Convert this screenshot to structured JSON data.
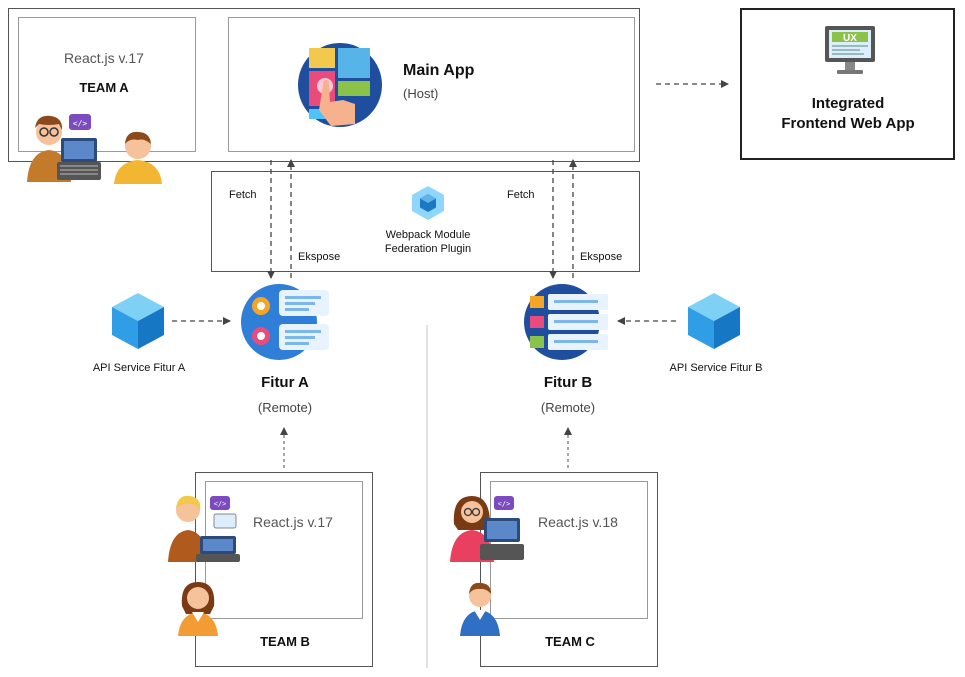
{
  "host": {
    "team_a_version": "React.js v.17",
    "team_a_label": "TEAM A",
    "main_app_title": "Main App",
    "main_app_subtitle": "(Host)"
  },
  "integrated": {
    "line1": "Integrated",
    "line2": "Frontend Web App",
    "monitor_text": "UX"
  },
  "plugin": {
    "line1": "Webpack Module",
    "line2": "Federation Plugin",
    "fetch_left": "Fetch",
    "expose_left": "Ekspose",
    "fetch_right": "Fetch",
    "expose_right": "Ekspose"
  },
  "fitur_a": {
    "title": "Fitur A",
    "subtitle": "(Remote)",
    "api_label": "API Service Fitur A"
  },
  "fitur_b": {
    "title": "Fitur B",
    "subtitle": "(Remote)",
    "api_label": "API Service Fitur B"
  },
  "team_b": {
    "version": "React.js v.17",
    "label": "TEAM B"
  },
  "team_c": {
    "version": "React.js v.18",
    "label": "TEAM C"
  },
  "code_badge": "</>",
  "colors": {
    "box_border": "#555555",
    "arrow": "#444444",
    "cube": "#2f9ee6",
    "main_app_icon_bg": "#1f4e9e",
    "fitur_icon_bg": "#2f7fd8"
  }
}
